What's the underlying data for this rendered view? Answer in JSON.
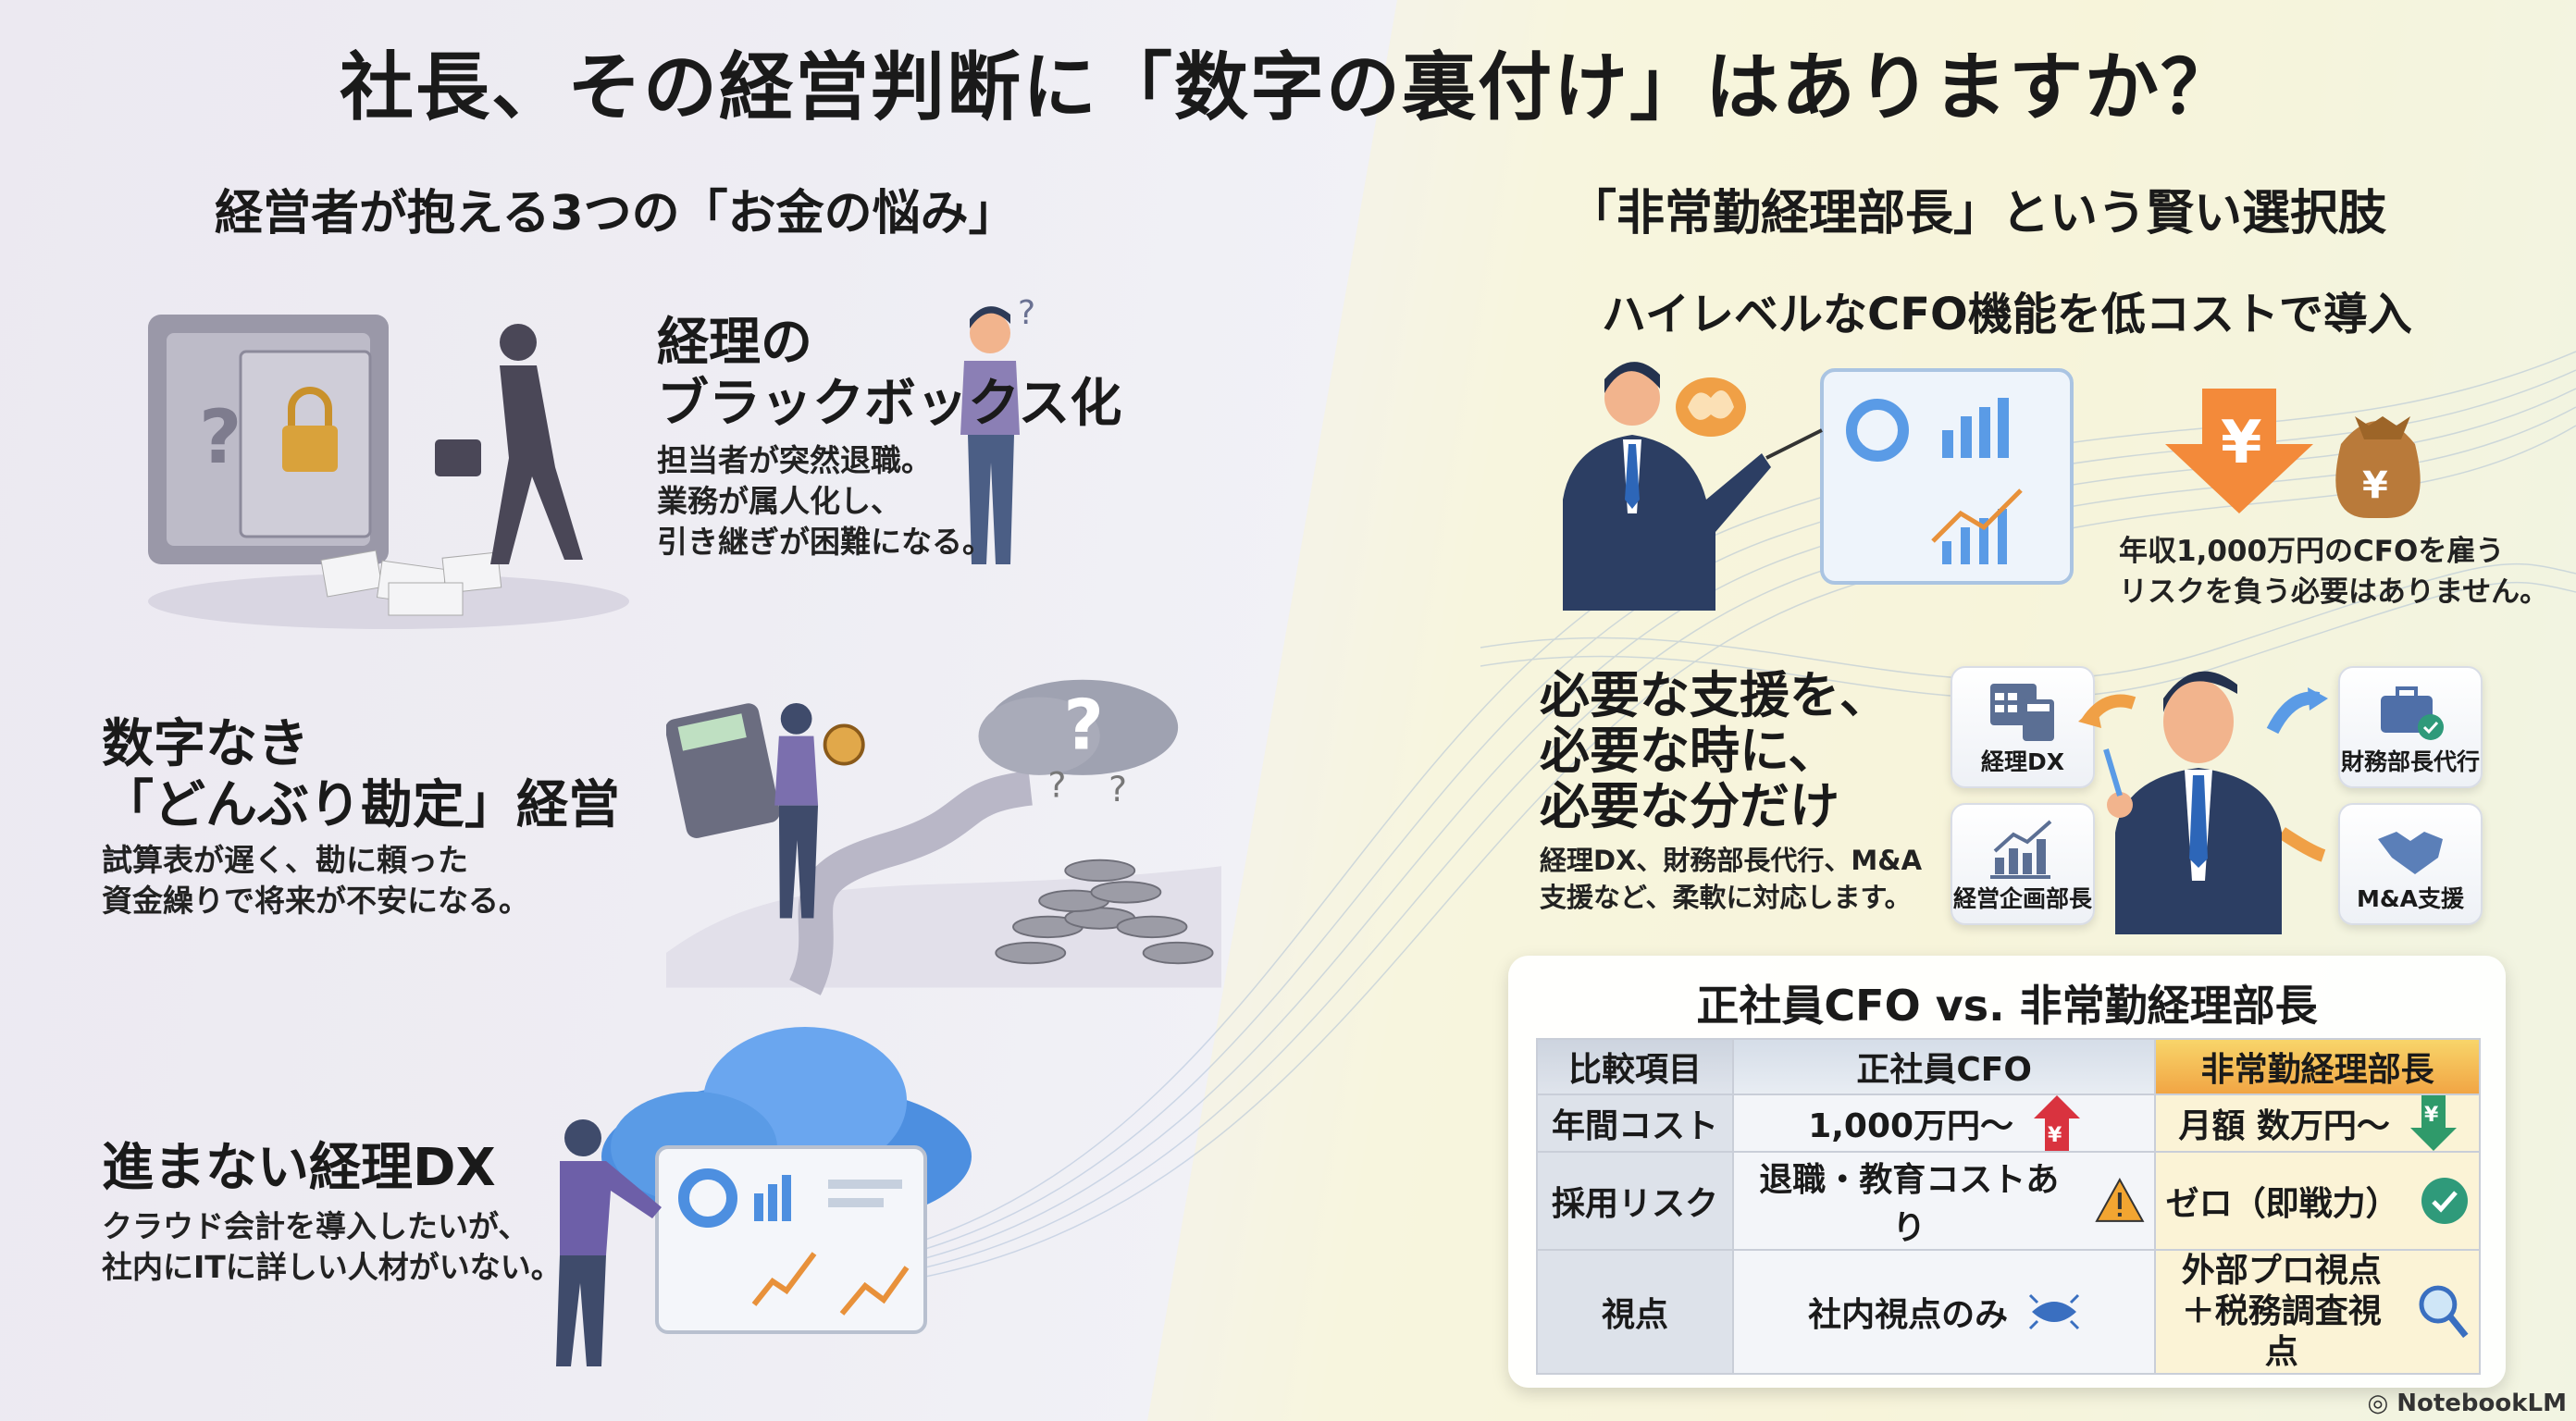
{
  "title": "社長、その経営判断に「数字の裏付け」はありますか？",
  "left": {
    "subtitle": "経営者が抱える3つの「お金の悩み」",
    "problems": [
      {
        "title": [
          "経理の",
          "ブラックボックス化"
        ],
        "body": [
          "担当者が突然退職。",
          "業務が属人化し、",
          "引き継ぎが困難になる。"
        ]
      },
      {
        "title": [
          "数字なき",
          "「どんぶり勘定」経営"
        ],
        "body": [
          "試算表が遅く、勘に頼った",
          "資金繰りで将来が不安になる。"
        ]
      },
      {
        "title": [
          "進まない経理DX"
        ],
        "body": [
          "クラウド会計を導入したいが、",
          "社内にITに詳しい人材がいない。"
        ]
      }
    ]
  },
  "right": {
    "subtitle": "「非常勤経理部長」という賢い選択肢",
    "feature1": {
      "heading": "ハイレベルなCFO機能を低コストで導入",
      "note": [
        "年収1,000万円のCFOを雇う",
        "リスクを負う必要はありません。"
      ]
    },
    "feature2": {
      "heading": [
        "必要な支援を、",
        "必要な時に、",
        "必要な分だけ"
      ],
      "body": [
        "経理DX、財務部長代行、M&A",
        "支援など、柔軟に対応します。"
      ]
    },
    "services": [
      "経理DX",
      "経営企画部長",
      "財務部長代行",
      "M&A支援"
    ]
  },
  "comparison": {
    "title": "正社員CFO vs. 非常勤経理部長",
    "headers": [
      "比較項目",
      "正社員CFO",
      "非常勤経理部長"
    ],
    "rows": [
      {
        "item": "年間コスト",
        "cfo": "1,000万円〜",
        "part_time": "月額 数万円〜",
        "cfo_icon": "yen-up-arrow-icon",
        "part_time_icon": "yen-down-arrow-icon"
      },
      {
        "item": "採用リスク",
        "cfo": "退職・教育コストあり",
        "part_time": "ゼロ（即戦力）",
        "cfo_icon": "warning-icon",
        "part_time_icon": "check-circle-icon"
      },
      {
        "item": "視点",
        "cfo": "社内視点のみ",
        "part_time": [
          "外部プロ視点",
          "＋税務調査視点"
        ],
        "cfo_icon": "eye-icon",
        "part_time_icon": "magnifier-icon"
      }
    ]
  },
  "illustration": {
    "question": "?",
    "yen": "¥"
  },
  "watermark": "NotebookLM",
  "colors": {
    "accent_orange": "#f1a544",
    "up_red": "#d9333f",
    "down_green": "#2f9a6a",
    "navy": "#2c3e63"
  }
}
